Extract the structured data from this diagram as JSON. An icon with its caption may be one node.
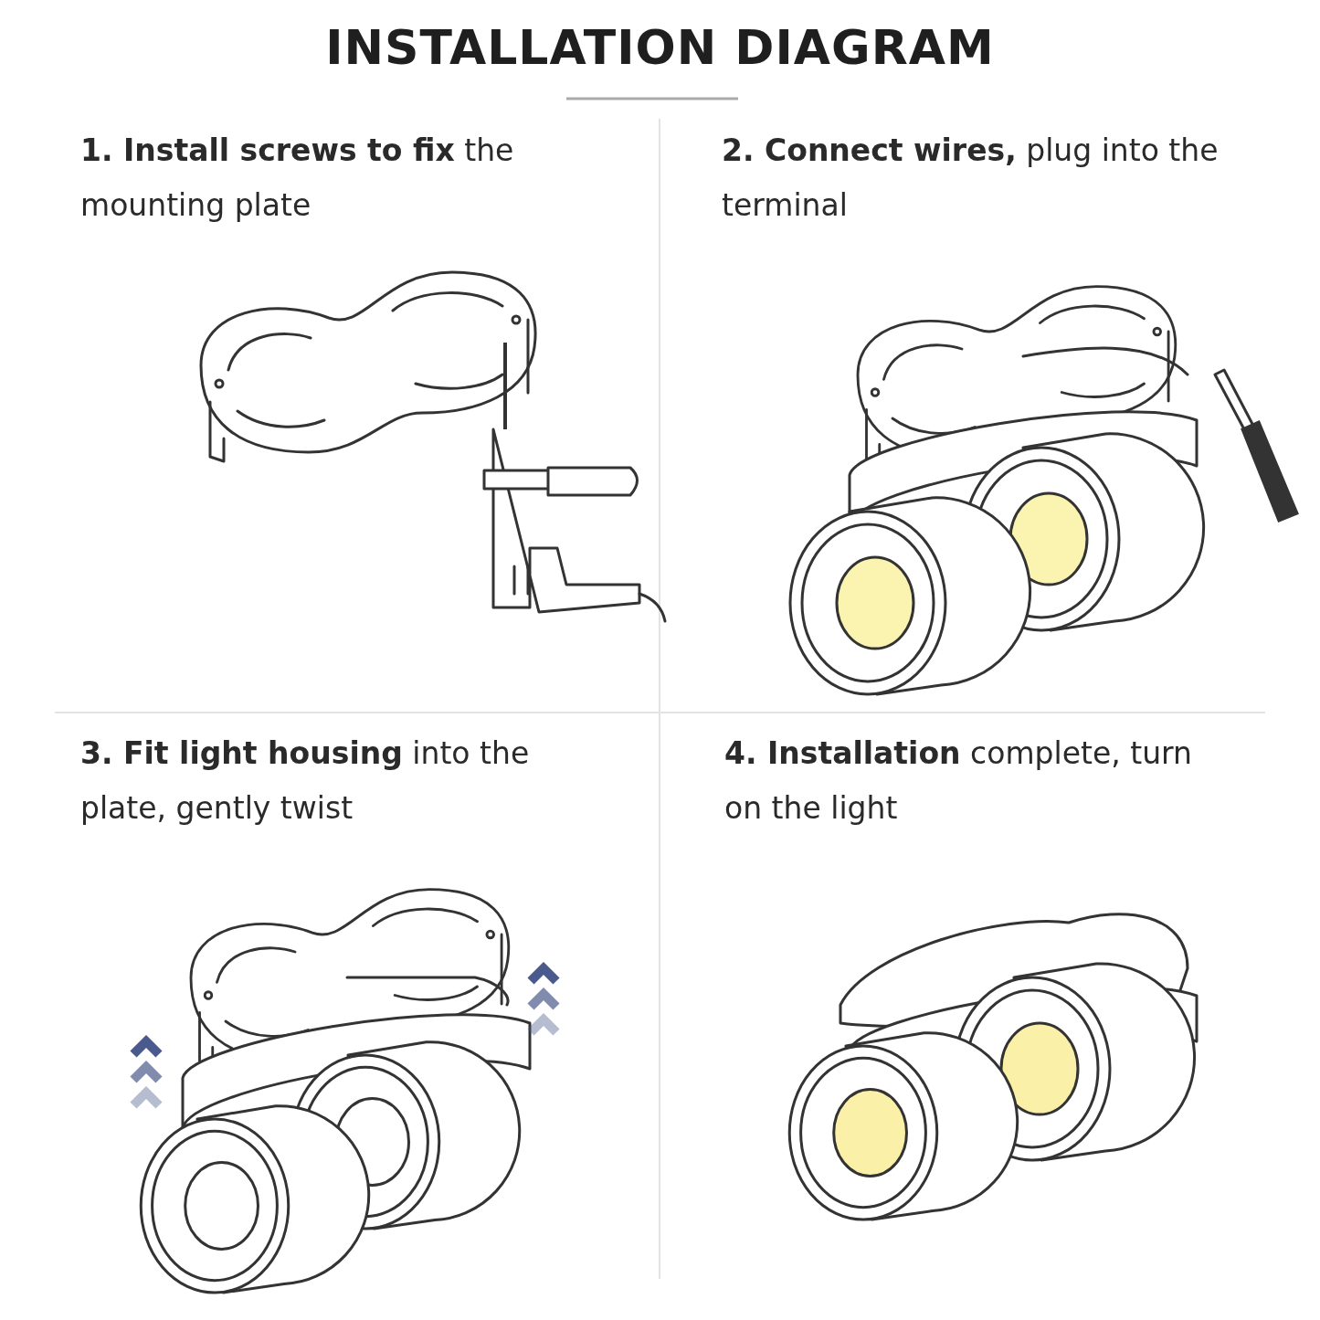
{
  "diagram": {
    "title": "INSTALLATION DIAGRAM",
    "labels": [
      "**1. Install screws to fix** the mounting plate",
      "**2. Connect wires,** plug into the terminal",
      "**3. Fit light housing** into the plate, gently twist",
      "**4. Installation** complete, turn on the light"
    ]
  }
}
